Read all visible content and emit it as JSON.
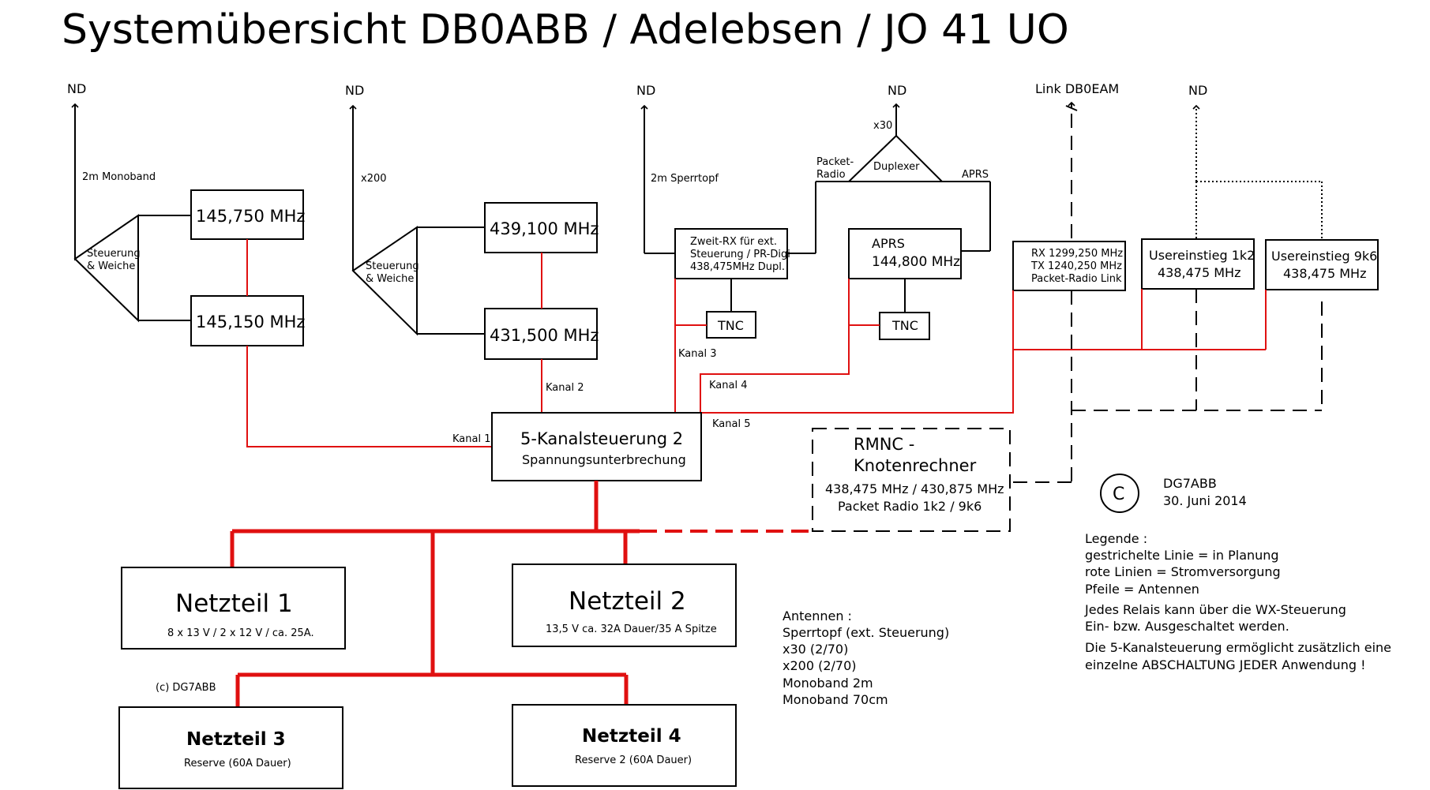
{
  "title": "Systemübersicht DB0ABB / Adelebsen / JO 41 UO",
  "antenna_labels": {
    "nd1": "ND",
    "nd2": "ND",
    "nd3": "ND",
    "nd4": "ND",
    "nd5": "ND",
    "link": "Link DB0EAM"
  },
  "antenna_types": {
    "monoband": "2m Monoband",
    "x200": "x200",
    "sperrtopf": "2m Sperrtopf",
    "x30": "x30"
  },
  "duplexer": {
    "label": "Duplexer",
    "packet_radio_1": "Packet-",
    "packet_radio_2": "Radio",
    "aprs": "APRS"
  },
  "splitters": {
    "left_1": "Steuerung",
    "left_2": "& Weiche",
    "mid_1": "Steuerung",
    "mid_2": "& Weiche"
  },
  "freq_boxes": {
    "f145750": "145,750 MHz",
    "f145150": "145,150 MHz",
    "f439100": "439,100 MHz",
    "f431500": "431,500 MHz"
  },
  "zweit_rx": {
    "line1": "Zweit-RX für ext.",
    "line2": "Steuerung / PR-Digi",
    "line3": "438,475MHz Dupl."
  },
  "aprs_box": {
    "line1": "APRS",
    "line2": "144,800 MHz"
  },
  "tnc1": "TNC",
  "tnc2": "TNC",
  "link_box": {
    "line1": "RX 1299,250 MHz",
    "line2": "TX 1240,250 MHz",
    "line3": "Packet-Radio Link"
  },
  "user1k2": {
    "line1": "Usereinstieg 1k2",
    "line2": "438,475 MHz"
  },
  "user9k6": {
    "line1": "Usereinstieg 9k6",
    "line2": "438,475 MHz"
  },
  "channels": {
    "k1": "Kanal 1",
    "k2": "Kanal 2",
    "k3": "Kanal 3",
    "k4": "Kanal 4",
    "k5": "Kanal 5"
  },
  "controller": {
    "line1": "5-Kanalsteuerung 2",
    "line2": "Spannungsunterbrechung"
  },
  "rmnc": {
    "line1": "RMNC -",
    "line2": "Knotenrechner",
    "line3": "438,475 MHz / 430,875 MHz",
    "line4": "Packet Radio 1k2 / 9k6"
  },
  "copyright_symbol": "C",
  "author": {
    "name": "DG7ABB",
    "date": "30. Juni 2014",
    "small": "(c) DG7ABB"
  },
  "legend": {
    "title": "Legende :",
    "l1": "gestrichelte Linie = in Planung",
    "l2": "rote Linien = Stromversorgung",
    "l3": "Pfeile = Antennen",
    "l4": "Jedes Relais kann über die WX-Steuerung",
    "l5": "Ein- bzw. Ausgeschaltet werden.",
    "l6": "Die 5-Kanalsteuerung ermöglicht zusätzlich eine",
    "l7": "einzelne ABSCHALTUNG JEDER Anwendung !"
  },
  "antennas_list": {
    "title": "Antennen :",
    "a1": "Sperrtopf (ext. Steuerung)",
    "a2": "x30 (2/70)",
    "a3": "x200 (2/70)",
    "a4": "Monoband 2m",
    "a5": "Monoband 70cm"
  },
  "psu1": {
    "name": "Netzteil 1",
    "spec": "8 x 13 V / 2 x 12 V / ca. 25A."
  },
  "psu2": {
    "name": "Netzteil 2",
    "spec": "13,5 V   ca. 32A Dauer/35 A Spitze"
  },
  "psu3": {
    "name": "Netzteil 3",
    "spec": "Reserve (60A Dauer)"
  },
  "psu4": {
    "name": "Netzteil 4",
    "spec": "Reserve 2 (60A Dauer)"
  },
  "colors": {
    "power_line": "#e01010",
    "line": "#000000"
  }
}
